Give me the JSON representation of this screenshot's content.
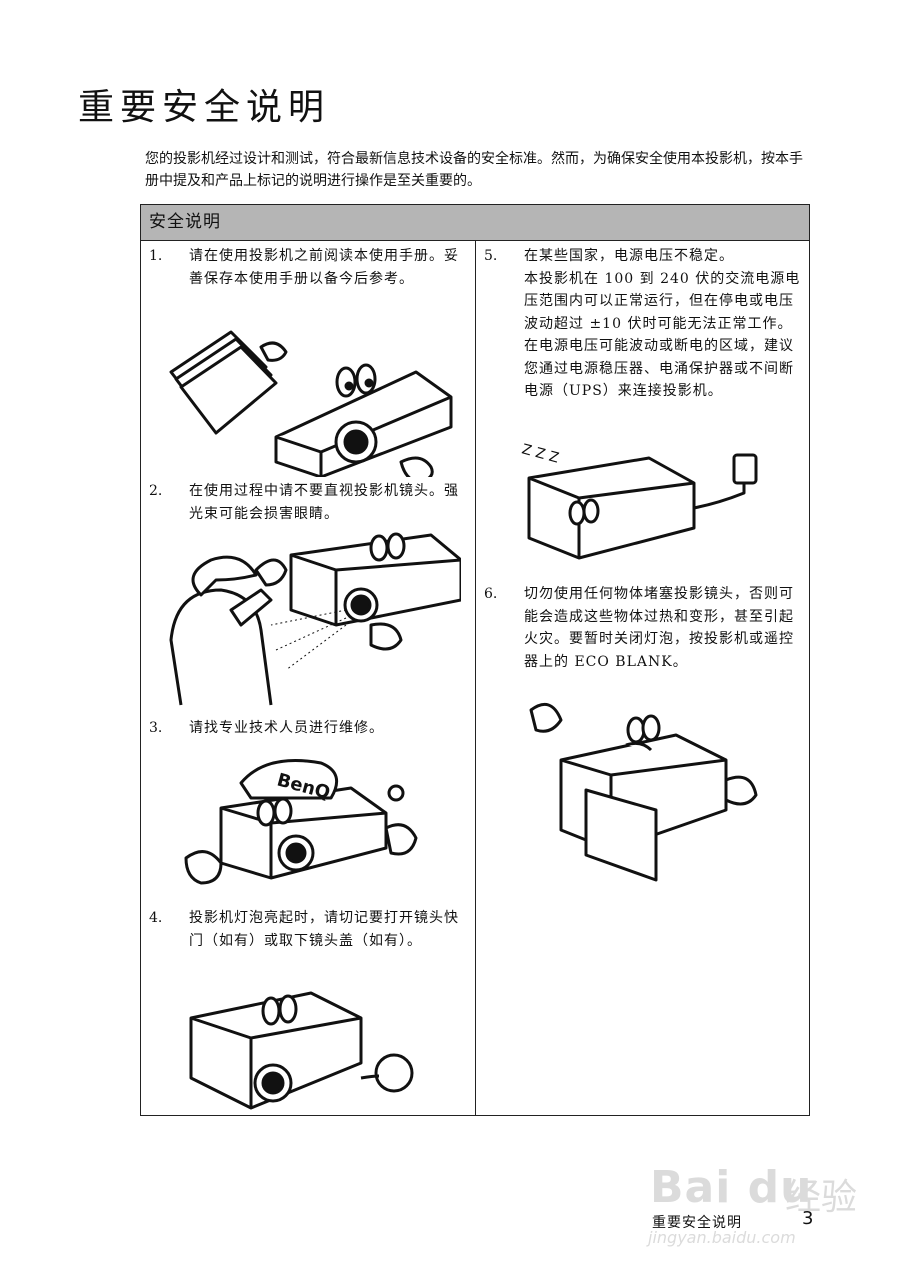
{
  "page": {
    "title": "重要安全说明",
    "intro": "您的投影机经过设计和测试，符合最新信息技术设备的安全标准。然而，为确保安全使用本投影机，按本手册中提及和产品上标记的说明进行操作是至关重要的。"
  },
  "box": {
    "header": "安全说明",
    "items": [
      {
        "num": "1.",
        "lines": [
          "请在使用投影机之前阅读本使用手册。妥善保存本使用手册以备今后参考。"
        ]
      },
      {
        "num": "2.",
        "lines": [
          "在使用过程中请不要直视投影机镜头。强光束可能会损害眼睛。"
        ]
      },
      {
        "num": "3.",
        "lines": [
          "请找专业技术人员进行维修。"
        ]
      },
      {
        "num": "4.",
        "lines": [
          "投影机灯泡亮起时，请切记要打开镜头快门（如有）或取下镜头盖（如有）。"
        ]
      },
      {
        "num": "5.",
        "lines": [
          "在某些国家，电源电压不稳定。",
          "本投影机在 100 到 240 伏的交流电源电压范围内可以正常运行，但在停电或电压波动超过 ±10 伏时可能无法正常工作。在电源电压可能波动或断电的区域，建议您通过电源稳压器、电涌保护器或不间断电源（UPS）来连接投影机。"
        ]
      },
      {
        "num": "6.",
        "lines": [
          "切勿使用任何物体堵塞投影镜头，否则可能会造成这些物体过热和变形，甚至引起火灾。要暂时关闭灯泡，按投影机或遥控器上的 ECO BLANK。"
        ]
      }
    ]
  },
  "illustrations": {
    "cap_text": "BenQ",
    "sleep_text": "Z Z Z"
  },
  "footer": {
    "label": "重要安全说明",
    "page_number": "3"
  },
  "watermark": {
    "brand": "Bai du",
    "cn": "经验",
    "url": "jingyan.baidu.com"
  }
}
